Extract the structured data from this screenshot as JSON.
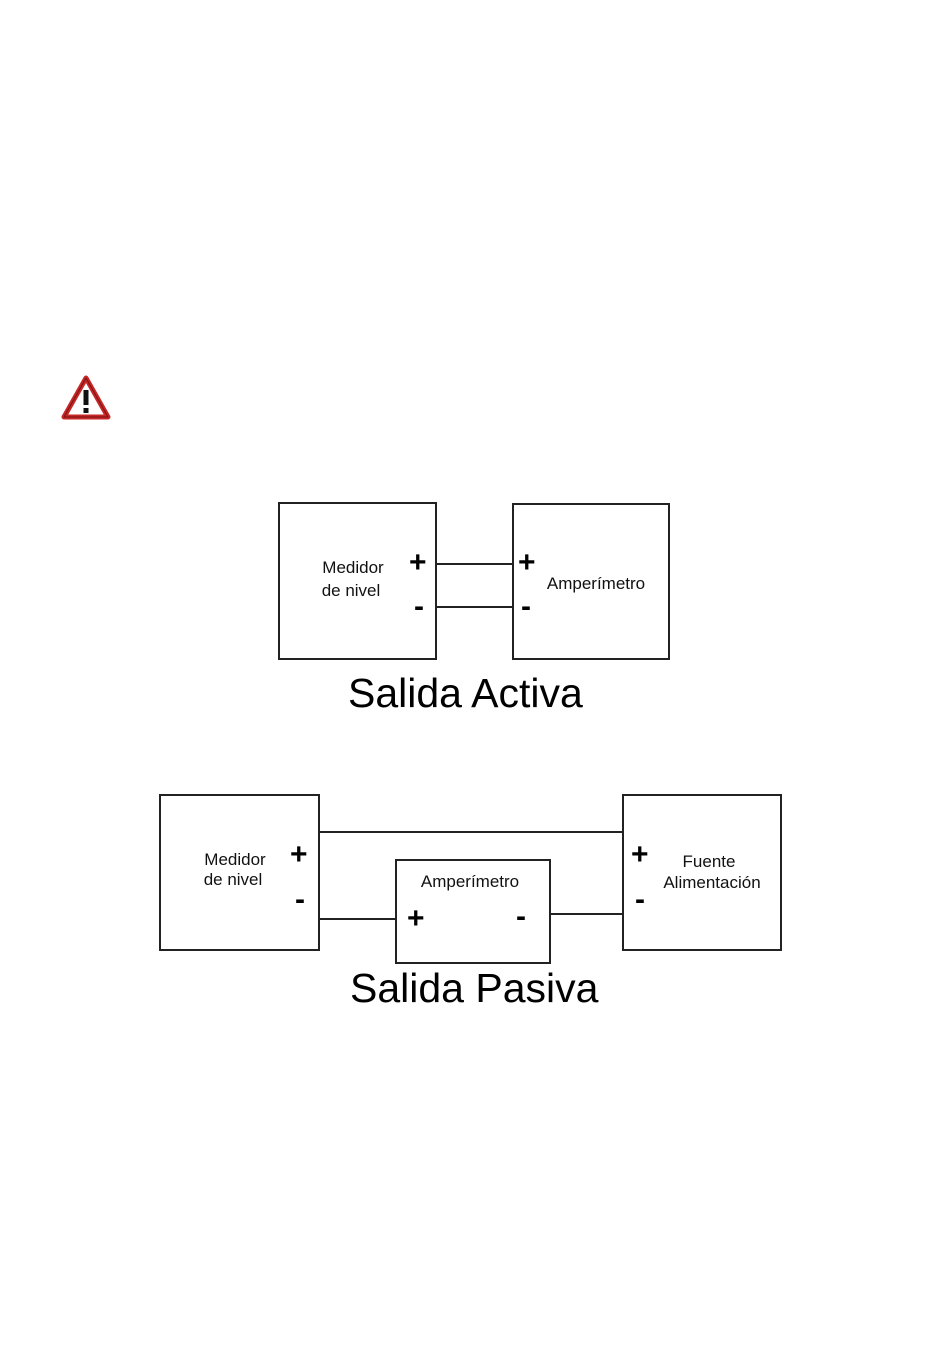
{
  "warning_icon": "warning-triangle-icon",
  "active": {
    "meter": {
      "line1": "Medidor",
      "line2": "de nivel",
      "plus": "+",
      "minus": "-"
    },
    "ammeter": {
      "label": "Amperímetro",
      "plus": "+",
      "minus": "-"
    },
    "caption": "Salida Activa"
  },
  "passive": {
    "meter": {
      "line1": "Medidor",
      "line2": "de nivel",
      "plus": "+",
      "minus": "-"
    },
    "ammeter": {
      "label": "Amperímetro",
      "plus": "+",
      "minus": "-"
    },
    "supply": {
      "line1": "Fuente",
      "line2": "Alimentación",
      "plus": "+",
      "minus": "-"
    },
    "caption": "Salida Pasiva"
  }
}
